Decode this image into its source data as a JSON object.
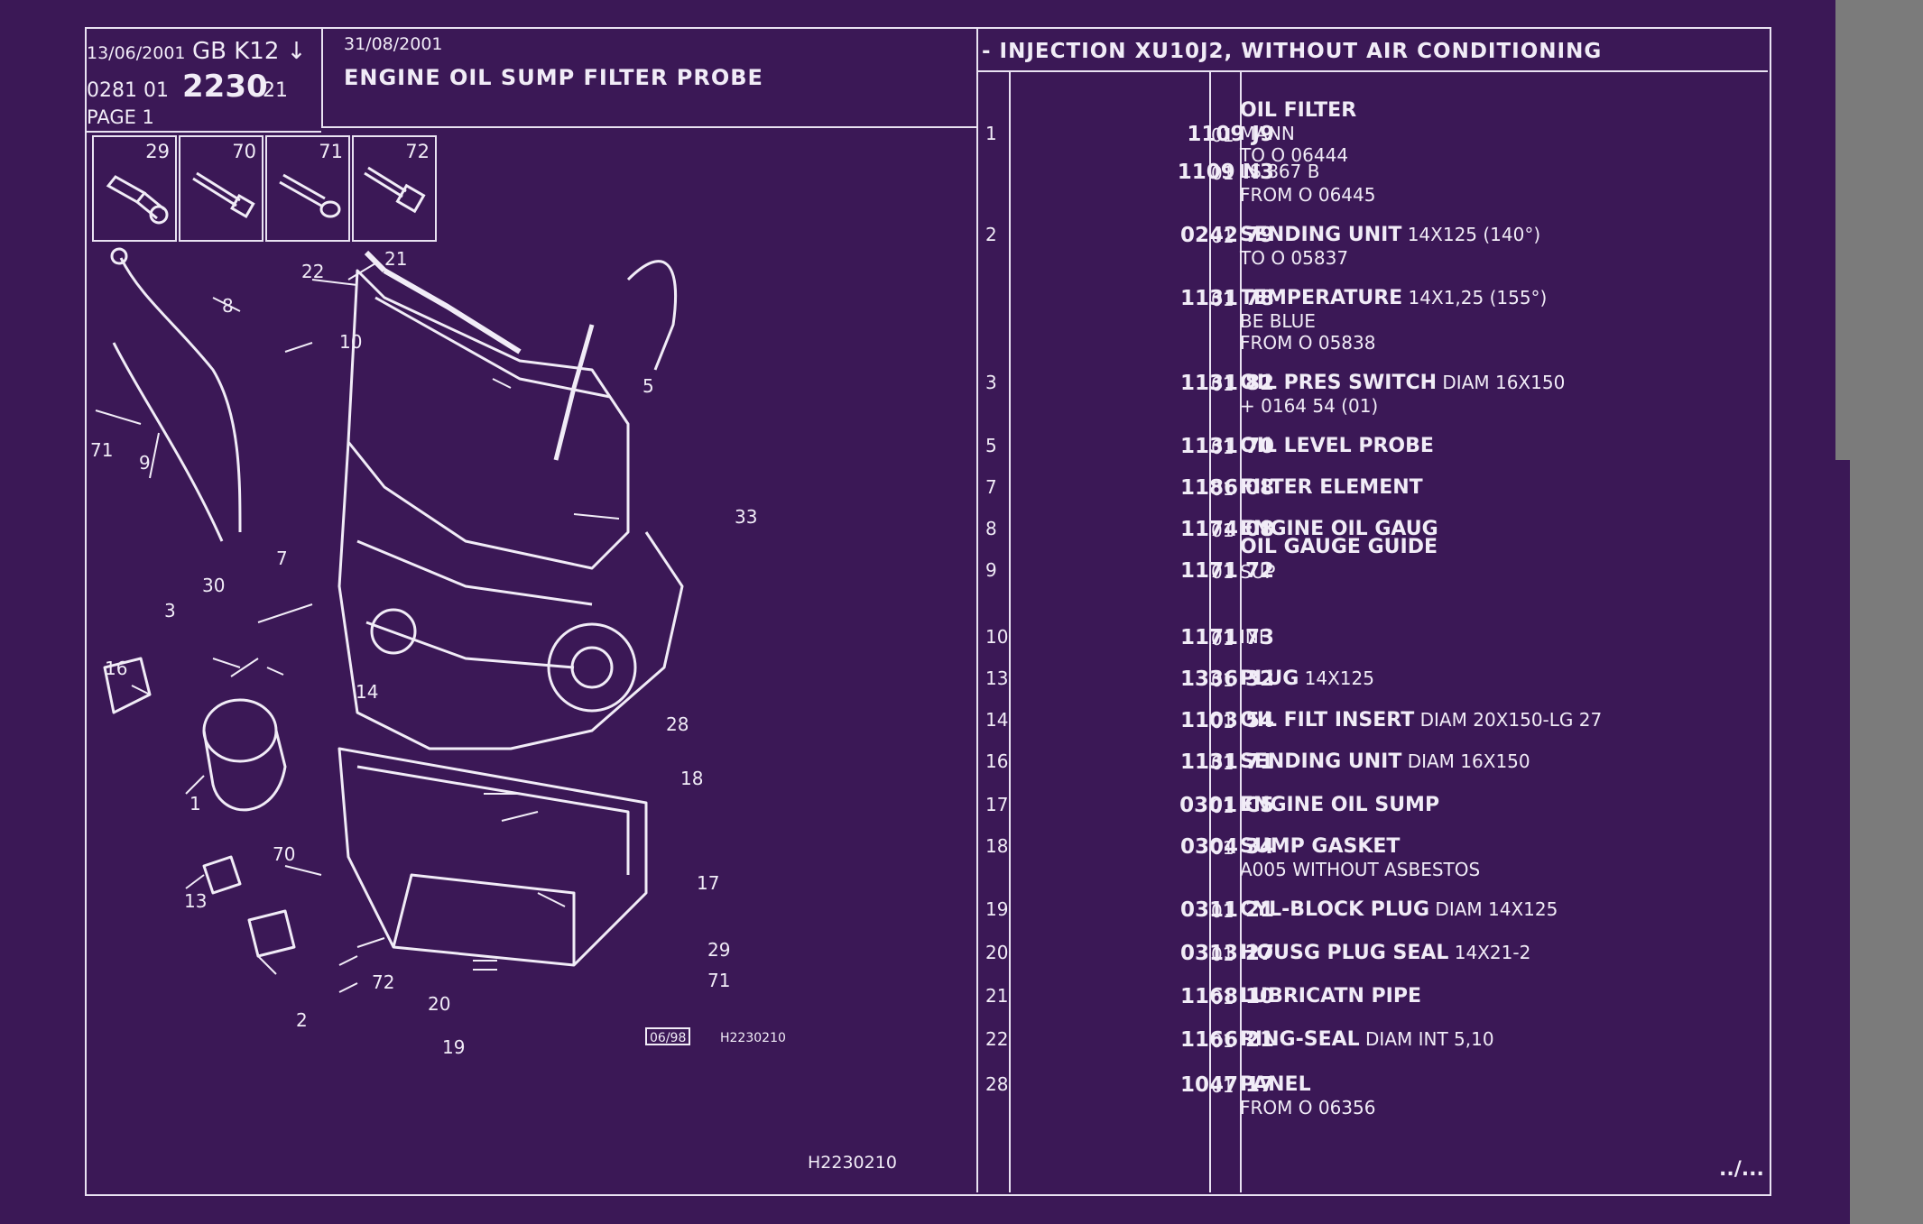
{
  "header": {
    "date": "13/06/2001",
    "gb": "GB K12 ↓",
    "code_a": "0281 01",
    "code_b": "2230",
    "code_c": "21",
    "page": "PAGE 1",
    "date2": "31/08/2001",
    "title": "ENGINE OIL SUMP FILTER PROBE",
    "subtitle": "- INJECTION XU10J2, WITHOUT AIR CONDITIONING"
  },
  "icons": [
    "29",
    "70",
    "71",
    "72"
  ],
  "diagram": {
    "labels": [
      "8",
      "22",
      "21",
      "10",
      "5",
      "71",
      "9",
      "7",
      "33",
      "30",
      "3",
      "16",
      "14",
      "28",
      "18",
      "1",
      "70",
      "17",
      "13",
      "29",
      "71",
      "72",
      "20",
      "19",
      "2"
    ],
    "stamp": "06/98",
    "stamp_code": "H2230210",
    "bottom_code": "H2230210"
  },
  "parts": [
    {
      "idx": "1",
      "ref": "1109 J9",
      "qty": "01",
      "name": "OIL FILTER",
      "extra": "",
      "lines": [
        "MANN",
        "TO O 06444"
      ],
      "name_above": true
    },
    {
      "idx": "",
      "ref": "1109 N3",
      "qty": "01",
      "name": "",
      "extra": "LS 867 B",
      "lines": [
        "FROM O 06445"
      ]
    },
    {
      "idx": "2",
      "ref": "0242 79",
      "qty": "01",
      "name": "SENDING UNIT",
      "extra": "14X125 (140°)",
      "lines": [
        "TO O 05837"
      ]
    },
    {
      "idx": "",
      "ref": "1131 78",
      "qty": "01",
      "name": "TEMPERATURE",
      "extra": "14X1,25 (155°)",
      "lines": [
        "BE BLUE",
        "FROM O 05838"
      ]
    },
    {
      "idx": "3",
      "ref": "1131 82",
      "qty": "01",
      "name": "OIL PRES SWITCH",
      "extra": "DIAM 16X150",
      "lines": [
        "+ 0164 54 (01)"
      ]
    },
    {
      "idx": "5",
      "ref": "1131 70",
      "qty": "01",
      "name": "OIL LEVEL PROBE",
      "extra": "",
      "lines": []
    },
    {
      "idx": "7",
      "ref": "1186 08",
      "qty": "01",
      "name": "FILTER ELEMENT",
      "extra": "",
      "lines": []
    },
    {
      "idx": "8",
      "ref": "1174 08",
      "qty": "01",
      "name": "ENGINE OIL GAUG",
      "extra": "",
      "lines": []
    },
    {
      "idx": "9",
      "ref": "1171 72",
      "qty": "01",
      "name": "OIL GAUGE GUIDE",
      "extra": "SUP",
      "lines": []
    },
    {
      "idx": "10",
      "ref": "1171 73",
      "qty": "01",
      "name": "",
      "extra": "INF",
      "lines": []
    },
    {
      "idx": "13",
      "ref": "1336 32",
      "qty": "01",
      "name": "PLUG",
      "extra": "14X125",
      "lines": []
    },
    {
      "idx": "14",
      "ref": "1103 54",
      "qty": "01",
      "name": "OIL FILT INSERT",
      "extra": "DIAM 20X150-LG 27",
      "lines": []
    },
    {
      "idx": "16",
      "ref": "1131 71",
      "qty": "01",
      "name": "SENDING UNIT",
      "extra": "DIAM 16X150",
      "lines": []
    },
    {
      "idx": "17",
      "ref": "0301 C5",
      "qty": "01",
      "name": "ENGINE OIL SUMP",
      "extra": "",
      "lines": []
    },
    {
      "idx": "18",
      "ref": "0304 34",
      "qty": "01",
      "name": "SUMP GASKET",
      "extra": "",
      "lines": [
        "A005 WITHOUT ASBESTOS"
      ]
    },
    {
      "idx": "19",
      "ref": "0311 21",
      "qty": "01",
      "name": "CYL-BLOCK PLUG",
      "extra": "DIAM 14X125",
      "lines": []
    },
    {
      "idx": "20",
      "ref": "0313 27",
      "qty": "01",
      "name": "HOUSG PLUG SEAL",
      "extra": "14X21-2",
      "lines": []
    },
    {
      "idx": "21",
      "ref": "1168 10",
      "qty": "01",
      "name": "LUBRICATN PIPE",
      "extra": "",
      "lines": []
    },
    {
      "idx": "22",
      "ref": "1166 21",
      "qty": "01",
      "name": "RING-SEAL",
      "extra": "DIAM INT 5,10",
      "lines": []
    },
    {
      "idx": "28",
      "ref": "1047 17",
      "qty": "01",
      "name": "PANEL",
      "extra": "",
      "lines": [
        "FROM O 06356"
      ]
    }
  ],
  "footer": {
    "continuation": "../..."
  }
}
